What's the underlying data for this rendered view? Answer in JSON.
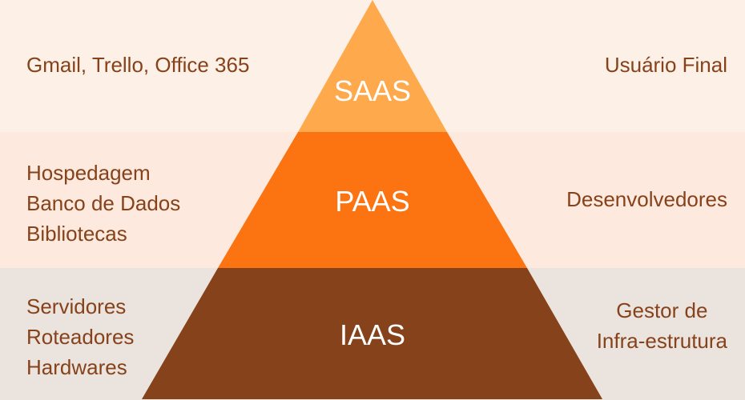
{
  "colors": {
    "saas": "#FFA94D",
    "paas": "#FC7311",
    "iaas": "#86421A",
    "text": "#86421A",
    "bg_top": "#FDF0E6",
    "bg_mid": "#FDE9DD",
    "bg_bot": "#EBE3DE"
  },
  "tiers": [
    {
      "label": "SAAS",
      "examples": [
        "Gmail, Trello, Office 365"
      ],
      "audience": [
        "Usuário Final"
      ]
    },
    {
      "label": "PAAS",
      "examples": [
        "Hospedagem",
        "Banco de Dados",
        "Bibliotecas"
      ],
      "audience": [
        "Desenvolvedores"
      ]
    },
    {
      "label": "IAAS",
      "examples": [
        "Servidores",
        "Roteadores",
        "Hardwares"
      ],
      "audience": [
        "Gestor de",
        "Infra-estrutura"
      ]
    }
  ]
}
